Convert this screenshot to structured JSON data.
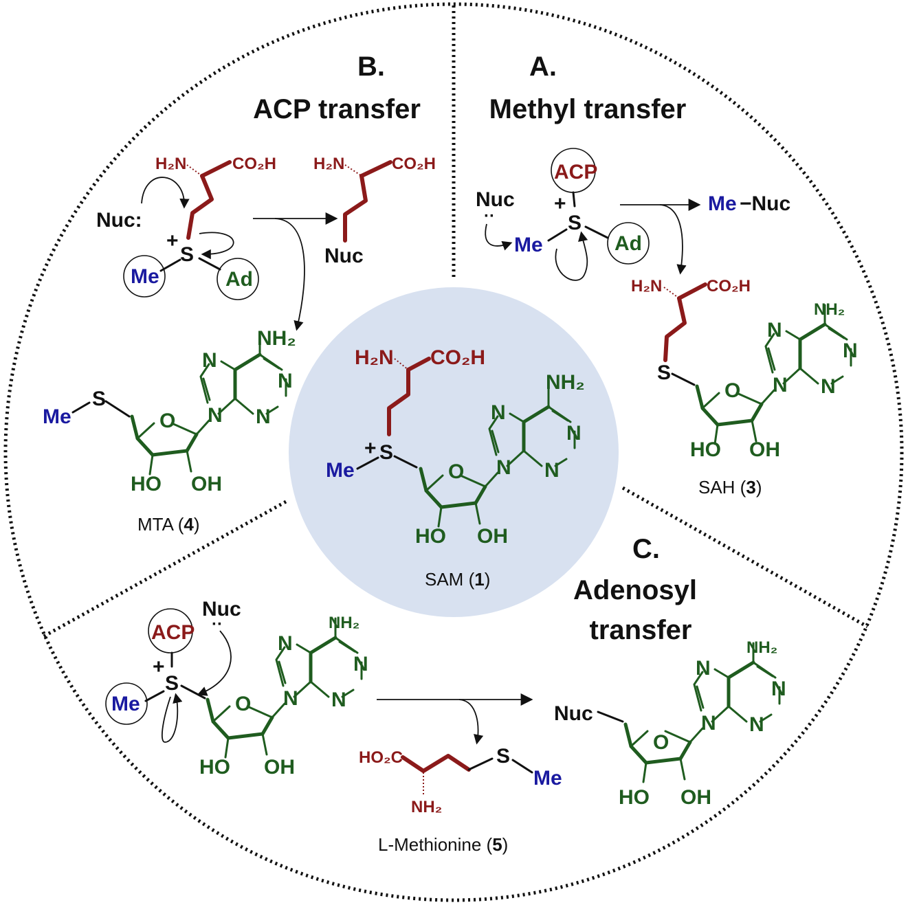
{
  "title": "",
  "sections": {
    "a": {
      "letter": "A.",
      "title": "Methyl transfer"
    },
    "b": {
      "letter": "B.",
      "title": "ACP transfer"
    },
    "c": {
      "letter": "C.",
      "title_line1": "Adenosyl",
      "title_line2": "transfer"
    }
  },
  "labels": {
    "h2n": "H₂N",
    "co2h": "CO₂H",
    "ho2c": "HO₂C",
    "nh2": "NH₂",
    "nuc": "Nuc",
    "nuc_colon": "Nuc:",
    "me": "Me",
    "ad": "Ad",
    "acp": "ACP",
    "s": "S",
    "o": "O",
    "n": "N",
    "ho": "HO",
    "oh": "OH",
    "plus": "+",
    "lone_pair": "··",
    "me_nuc_dash": "−Nuc"
  },
  "compounds": {
    "sam": {
      "name": "SAM (",
      "num": "1",
      "close": ")"
    },
    "sah": {
      "name": "SAH (",
      "num": "3",
      "close": ")"
    },
    "mta": {
      "name": "MTA (",
      "num": "4",
      "close": ")"
    },
    "met": {
      "name": "L-Methionine (",
      "num": "5",
      "close": ")"
    }
  },
  "colors": {
    "amino_acid": "#8b1a1a",
    "adenosine": "#1f5c1f",
    "methyl": "#1a1aa0",
    "center_bg": "#d8e1f0",
    "text": "#111111"
  }
}
